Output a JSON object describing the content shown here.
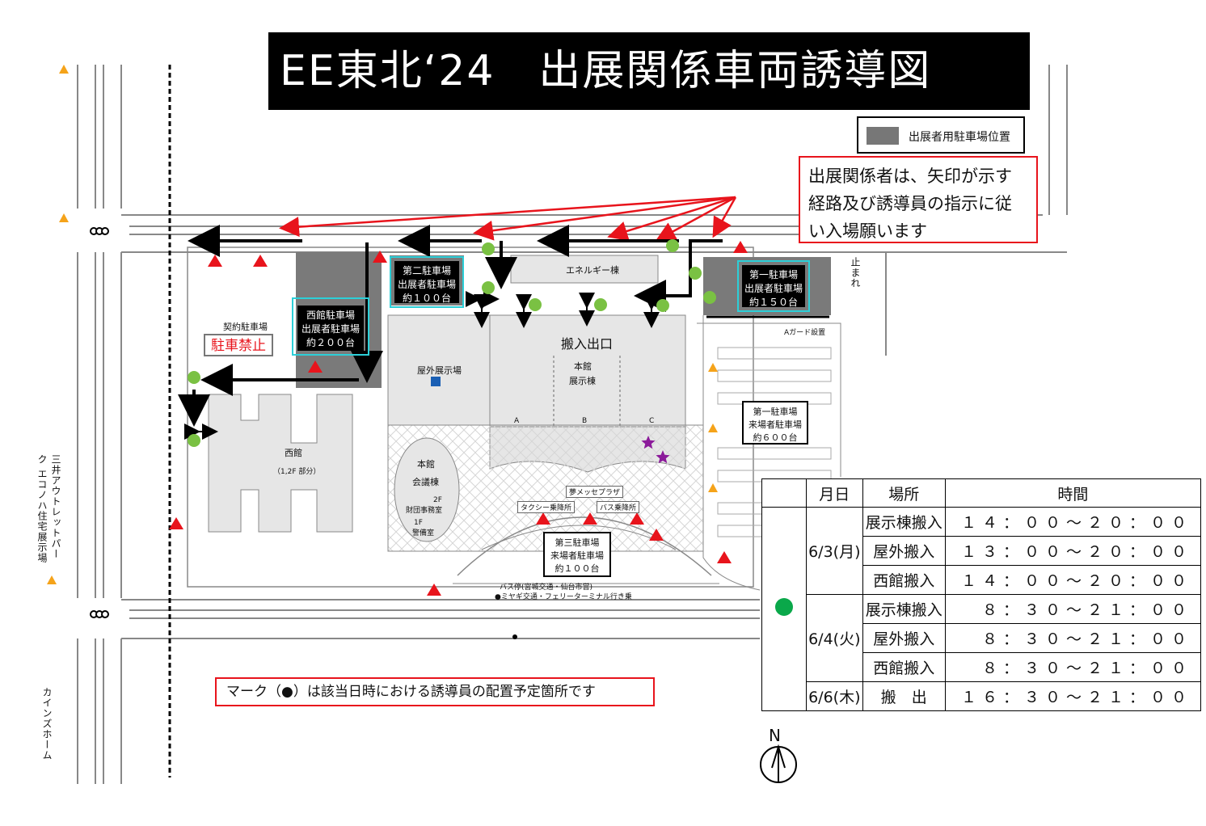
{
  "title": "EE東北‘24　出展関係車両誘導図",
  "legend": {
    "label": "出展者用駐車場位置"
  },
  "notice": {
    "lines": [
      "出展関係者は、矢印が示す",
      "経路及び誘導員の指示に従",
      "い入場願います"
    ]
  },
  "mark_note": "マーク（●）は該当日時における誘導員の配置予定箇所です",
  "parking_lots": {
    "lot2": {
      "lines": [
        "第二駐車場",
        "出展者駐車場",
        "約１００台"
      ]
    },
    "west": {
      "lines": [
        "西館駐車場",
        "出展者駐車場",
        "約２００台"
      ]
    },
    "lot1_exhibitor": {
      "lines": [
        "第一駐車場",
        "出展者駐車場",
        "約１５０台"
      ]
    },
    "lot1_visitor": {
      "lines": [
        "第一駐車場",
        "来場者駐車場",
        "約６００台"
      ]
    },
    "lot3": {
      "lines": [
        "第三駐車場",
        "来場者駐車場",
        "約１００台"
      ]
    }
  },
  "places": {
    "contract_parking": "契約駐車場",
    "no_parking": "駐車禁止",
    "energy_building": "エネルギー棟",
    "loading_gate": "搬入出口",
    "main_hall": "本館",
    "exhibition_building": "展示棟",
    "outdoor_area": "屋外展示場",
    "hall_a": "A",
    "hall_b": "B",
    "hall_c": "C",
    "west_hall": "西館",
    "west_hall_note": "（1,2F 部分）",
    "conference_main": "本館",
    "conference": "会議棟",
    "office": "財団事務室",
    "floor_2f": "2F",
    "floor_1f": "1F",
    "guard_room": "警備室",
    "a_guard": "Aガード設置",
    "yume_plaza": "夢メッセプラザ",
    "taxi_stop": "タクシー乗降所",
    "bus_stop_small": "バス乗降所",
    "bus_stop": "バス停(宮城交通・仙台市営)",
    "bus_stop2": "●ミヤギ交通・フェリーターミナル行き乗",
    "stop_sign": "止まれ",
    "left_side": "三井アウトレットパーク エコノハ住宅展示場",
    "cainz": "カインズホーム",
    "north": "N"
  },
  "schedule": {
    "headers": [
      "月日",
      "場所",
      "時間"
    ],
    "days": [
      {
        "date": "6/3(月)",
        "rows": [
          {
            "place": "展示棟搬入",
            "time": "１４：００～２０：００"
          },
          {
            "place": "屋外搬入",
            "time": "１３：００～２０：００"
          },
          {
            "place": "西館搬入",
            "time": "１４：００～２０：００"
          }
        ]
      },
      {
        "date": "6/4(火)",
        "rows": [
          {
            "place": "展示棟搬入",
            "time": "８：３０～２１：００"
          },
          {
            "place": "屋外搬入",
            "time": "８：３０～２１：００"
          },
          {
            "place": "西館搬入",
            "time": "８：３０～２１：００"
          }
        ]
      },
      {
        "date": "6/6(木)",
        "rows": [
          {
            "place": "搬　出",
            "time": "１６：３０～２１：００"
          }
        ]
      }
    ]
  },
  "colors": {
    "guide_dot": "#7ac143",
    "guide_dot_table": "#0aa84a",
    "red_marker": "#e8141c",
    "orange_marker": "#f5a31a",
    "lot_frame": "#2ccfd8",
    "star": "#8b1a9a"
  }
}
